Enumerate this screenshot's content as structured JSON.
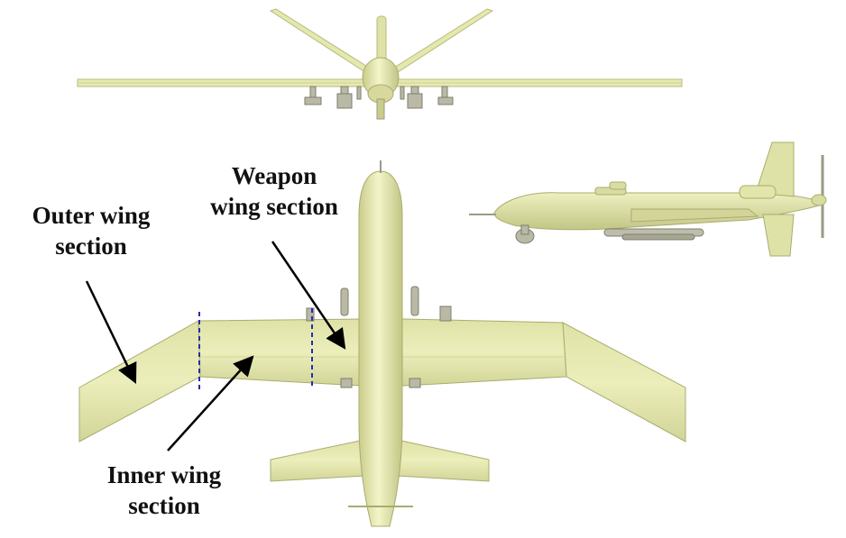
{
  "labels": {
    "outer_line1": "Outer wing",
    "outer_line2": "section",
    "weapon_line1": "Weapon",
    "weapon_line2": "wing section",
    "inner_line1": "Inner wing",
    "inner_line2": "section"
  },
  "colors": {
    "airframe": "#e9ebb4",
    "airframe_shadow": "#c9cc8a",
    "airframe_dark": "#a9ac6e",
    "section_line": "#2a2ab0",
    "gear": "#9a9a86",
    "arrow": "#000000"
  }
}
